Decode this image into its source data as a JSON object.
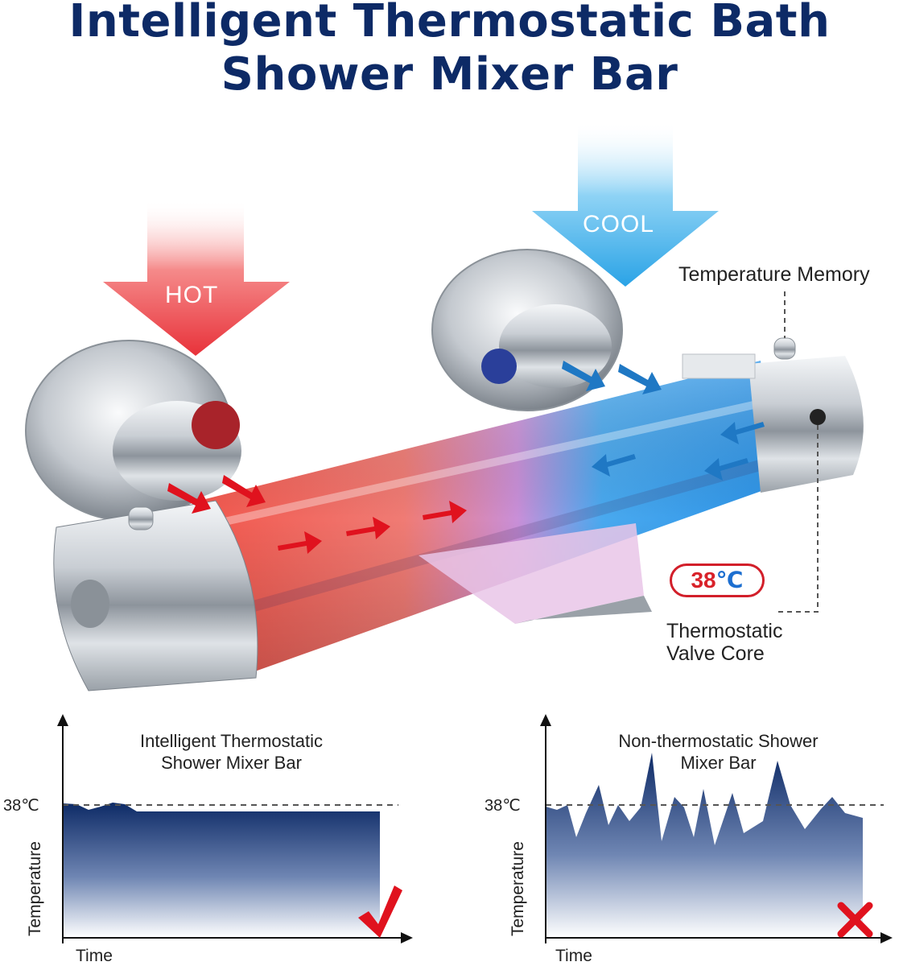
{
  "title": {
    "line1": "Intelligent Thermostatic Bath",
    "line2": "Shower Mixer Bar"
  },
  "flow_labels": {
    "hot": "HOT",
    "cool": "COOL"
  },
  "callouts": {
    "temperature_memory": "Temperature Memory",
    "valve_core_line1": "Thermostatic",
    "valve_core_line2": "Valve Core"
  },
  "badge": {
    "digits": "38",
    "unit": "℃"
  },
  "colors": {
    "title": "#0d2a66",
    "hot": "#e8323a",
    "cool": "#2aa3e6",
    "chart_fill": "#0d2a66",
    "check": "#e0121e"
  },
  "charts": [
    {
      "title_line1": "Intelligent Thermostatic",
      "title_line2": "Shower Mixer Bar",
      "ylabel": "Temperature",
      "xlabel": "Time",
      "reference_label": "38℃",
      "status_icon": "check-mark-icon"
    },
    {
      "title_line1": "Non-thermostatic Shower",
      "title_line2": "Mixer Bar",
      "ylabel": "Temperature",
      "xlabel": "Time",
      "reference_label": "38℃",
      "status_icon": "cross-mark-icon"
    }
  ]
}
